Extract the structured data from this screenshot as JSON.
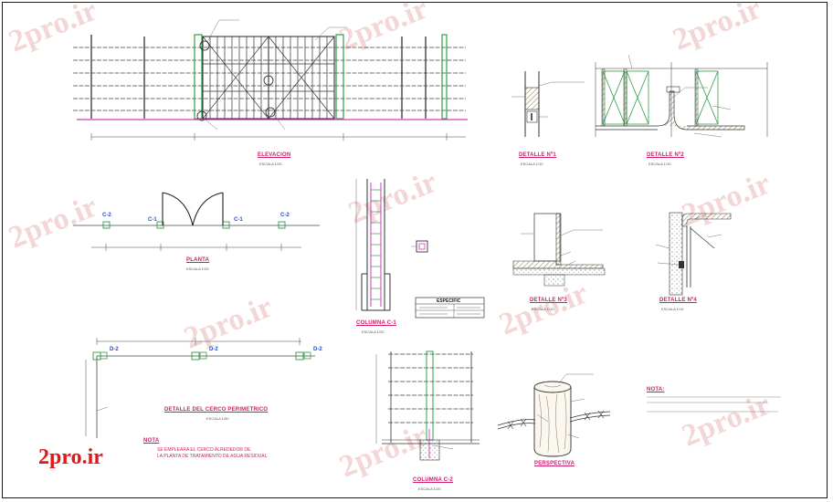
{
  "colors": {
    "green": "#2f9e44",
    "magenta": "#d23cbe",
    "dark": "#222222",
    "blue": "#1f4fd8",
    "red": "#e2161b",
    "hatch": "#8c7a3a"
  },
  "watermarks": [
    "2pro.ir",
    "2pro.ir",
    "2pro.ir",
    "2pro.ir",
    "2pro.ir",
    "2pro.ir",
    "2pro.ir",
    "2pro.ir",
    "2pro.ir",
    "2pro.ir"
  ],
  "logo": "2pro.ir",
  "titles": {
    "elevacion": "ELEVACION",
    "planta": "PLANTA",
    "detalle1": "DETALLE Nº1",
    "detalle2": "DETALLE Nº2",
    "detalle3": "DETALLE Nº3",
    "detalle4": "DETALLE Nº4",
    "columna_c1": "COLUMNA C-1",
    "columna_c2": "COLUMNA C-2",
    "cerco": "DETALLE DEL CERCO PERIMETRICO",
    "perspectiva": "PERSPECTIVA",
    "nota": "NOTA",
    "nota_right": "NOTA:"
  },
  "scales": {
    "s125": "ESCALA 1/25",
    "s110": "ESCALA 1/10",
    "s120": "ESCALA 1/20",
    "s150": "ESCALA 1/50"
  },
  "labels": {
    "c2a": "C-2",
    "c1a": "C-1",
    "c1b": "C-1",
    "c2b": "C-2",
    "d2a": "D-2",
    "d2b": "D-2",
    "d2c": "D-2"
  },
  "nota_text": [
    "SE EMPLEARA EL CERCO ALREDEDOR DE",
    "LA PLANTA DE TRATAMIENTO DE AGUA RESIDUAL."
  ],
  "especif_title": "ESPECIFIC"
}
